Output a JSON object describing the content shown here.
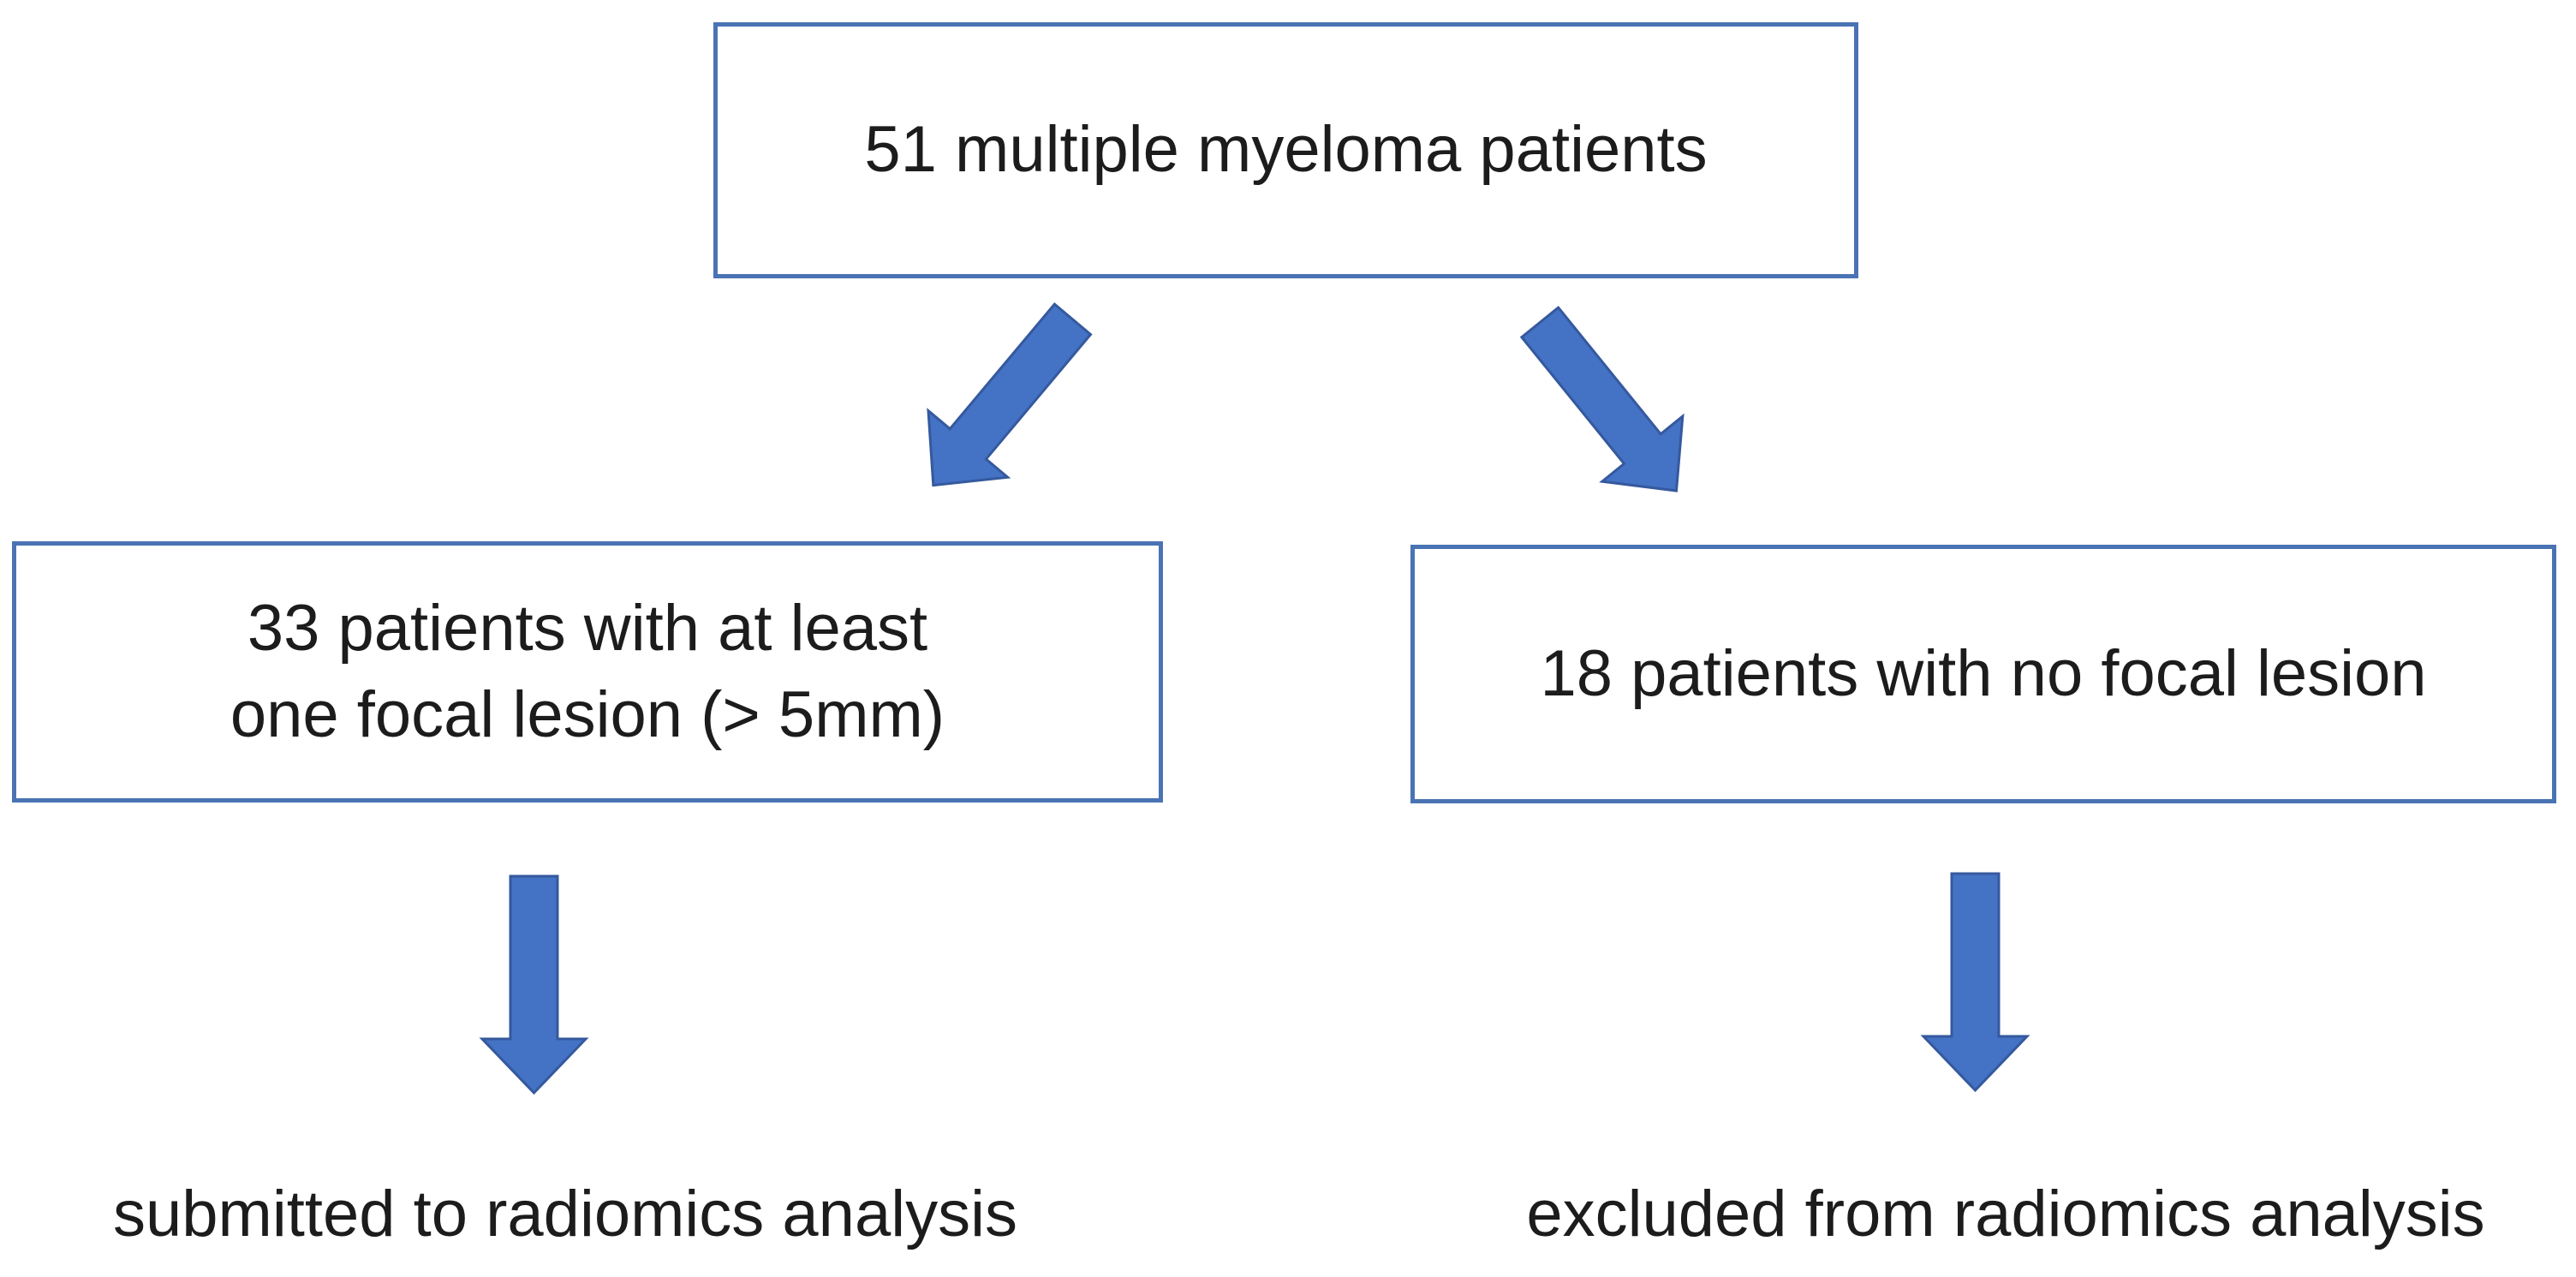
{
  "diagram": {
    "type": "flowchart",
    "nodes": {
      "root": {
        "label": "51 multiple myeloma patients"
      },
      "left": {
        "lines": [
          "33 patients with at least",
          "one focal lesion (> 5mm)"
        ]
      },
      "right": {
        "label": "18 patients with no focal lesion"
      },
      "left_outcome": {
        "label": "submitted to radiomics analysis"
      },
      "right_outcome": {
        "label": "excluded from radiomics analysis"
      }
    },
    "icons": {
      "from_root_left": "arrow-down-left-icon",
      "from_root_right": "arrow-down-right-icon",
      "from_left_box": "arrow-down-icon",
      "from_right_box": "arrow-down-icon"
    },
    "colors": {
      "background": "#ffffff",
      "text": "#1c1c1c",
      "box_border": "#4a73b4",
      "arrow": "#4472c4",
      "arrow_edge": "#35599e"
    }
  }
}
